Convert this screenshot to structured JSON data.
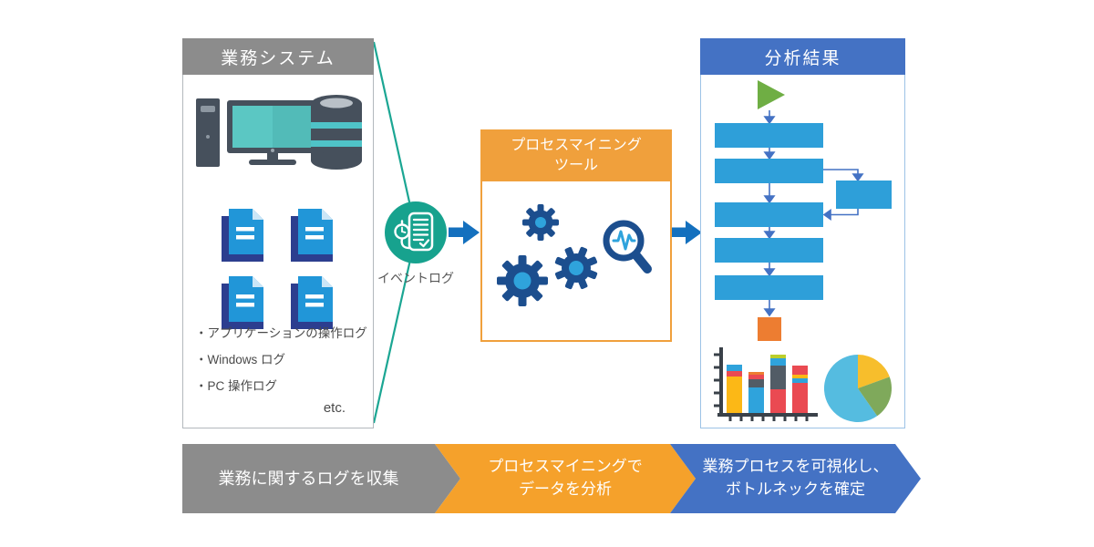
{
  "source_box": {
    "title": "業務システム",
    "items": [
      "・アプリケーションの操作ログ",
      "・Windows ログ",
      "・PC 操作ログ"
    ],
    "etc_label": "etc."
  },
  "event_log": {
    "label": "イベントログ"
  },
  "tool_box": {
    "title_line1": "プロセスマイニング",
    "title_line2": "ツール"
  },
  "result_box": {
    "title": "分析結果"
  },
  "banners": {
    "step1": {
      "line1": "業務に関するログを収集"
    },
    "step2": {
      "line1": "プロセスマイニングで",
      "line2": "データを分析"
    },
    "step3": {
      "line1": "業務プロセスを可視化し、",
      "line2": "ボトルネックを確定"
    }
  },
  "icons": {
    "computer": "desktop-computer-icon",
    "database": "database-icon",
    "documents": "log-file-icon",
    "event_log": "event-log-document-clock-icon",
    "gears": "gears-icon",
    "magnifier": "pulse-magnifier-icon",
    "play": "start-node-icon",
    "bar_chart": "bar-chart-icon",
    "pie_chart": "pie-chart-icon"
  },
  "colors": {
    "gray_header": "#8C8C8C",
    "orange_header": "#F0A03C",
    "blue_header": "#4472C4",
    "teal": "#17A28E",
    "flow_bar_blue": "#2E9FD9",
    "arrow_blue": "#1470BE",
    "gear_navy": "#1C4E8E",
    "gear_center_blue": "#2FA3DC",
    "orange_node": "#ED7D31",
    "green_node": "#6FAE44",
    "banner_gray": "#8C8C8C",
    "banner_orange": "#F5A12B",
    "banner_blue": "#4472C4"
  }
}
